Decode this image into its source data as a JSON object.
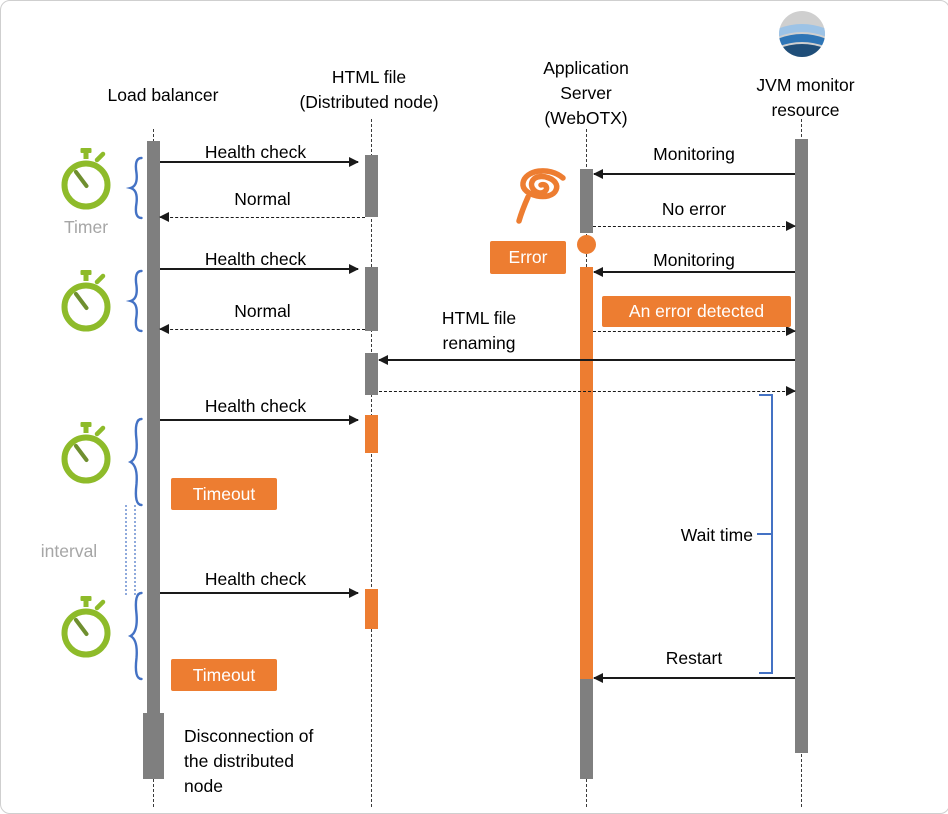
{
  "colors": {
    "orange": "#ED7D31",
    "gray": "#7F7F7F",
    "green": "#8EBB2A",
    "green_dark": "#6F8F2F",
    "blue": "#4472C4",
    "blue_light": "#8FAADC",
    "label_gray": "#A6A6A6"
  },
  "lanes": {
    "load_balancer": "Load balancer",
    "html_file": "HTML file\n(Distributed node)",
    "app_server": "Application\nServer\n(WebOTX)",
    "jvm_monitor": "JVM monitor\nresource"
  },
  "messages": {
    "health_check": "Health check",
    "normal": "Normal",
    "monitoring": "Monitoring",
    "no_error": "No error",
    "error": "Error",
    "an_error_detected": "An error detected",
    "html_file_renaming": "HTML file\nrenaming",
    "timeout": "Timeout",
    "wait_time": "Wait time",
    "restart": "Restart"
  },
  "annotations": {
    "timer": "Timer",
    "interval": "interval",
    "disconnection": "Disconnection of\nthe distributed\nnode"
  }
}
